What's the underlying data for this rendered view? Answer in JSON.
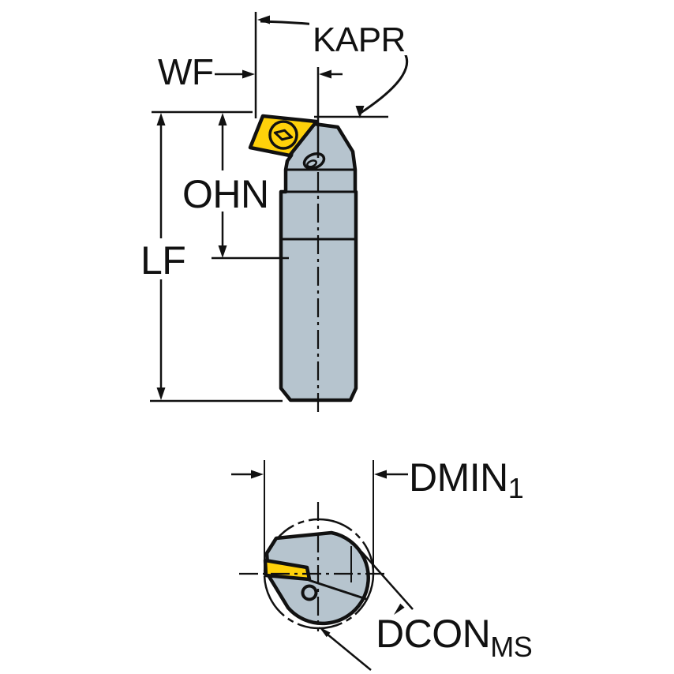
{
  "labels": {
    "kapr": "KAPR",
    "wf": "WF",
    "ohn": "OHN",
    "lf": "LF",
    "dmin": {
      "base": "DMIN",
      "sub": "1"
    },
    "dcon": {
      "base": "DCON",
      "sub": "MS"
    }
  },
  "colors": {
    "insert": "#FFD10A",
    "body": "#B6C4CE",
    "line": "#111111",
    "background": "#FFFFFF"
  }
}
